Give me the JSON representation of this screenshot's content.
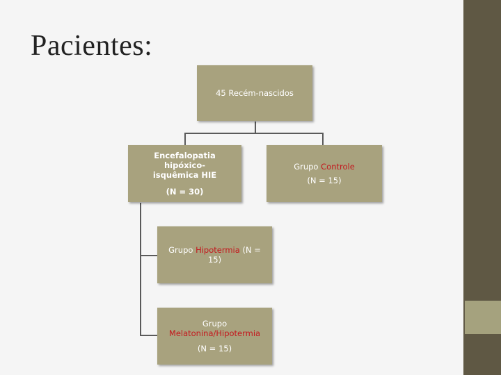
{
  "slide": {
    "title": "Pacientes:"
  },
  "diagram": {
    "root": {
      "label": "45 Recém-nascidos"
    },
    "hie_group": {
      "line1": "Encefalopatia hipóxico-",
      "line2": "isquêmica  HIE",
      "count": "(N = 30)"
    },
    "control_group": {
      "prefix": "Grupo ",
      "highlight": "Controle",
      "count": "(N = 15)"
    },
    "hypothermia_group": {
      "prefix": "Grupo ",
      "highlight": "Hipotermia",
      "suffix": " (N =",
      "line2": "15)"
    },
    "melatonin_group": {
      "line1": "Grupo",
      "highlight": "Melatonina/Hipotermia",
      "count": "(N = 15)"
    }
  },
  "colors": {
    "box_fill": "#a8a27e",
    "highlight_text": "#c4161c",
    "side_bar": "#5f5844",
    "side_accent": "#a5a27e"
  }
}
